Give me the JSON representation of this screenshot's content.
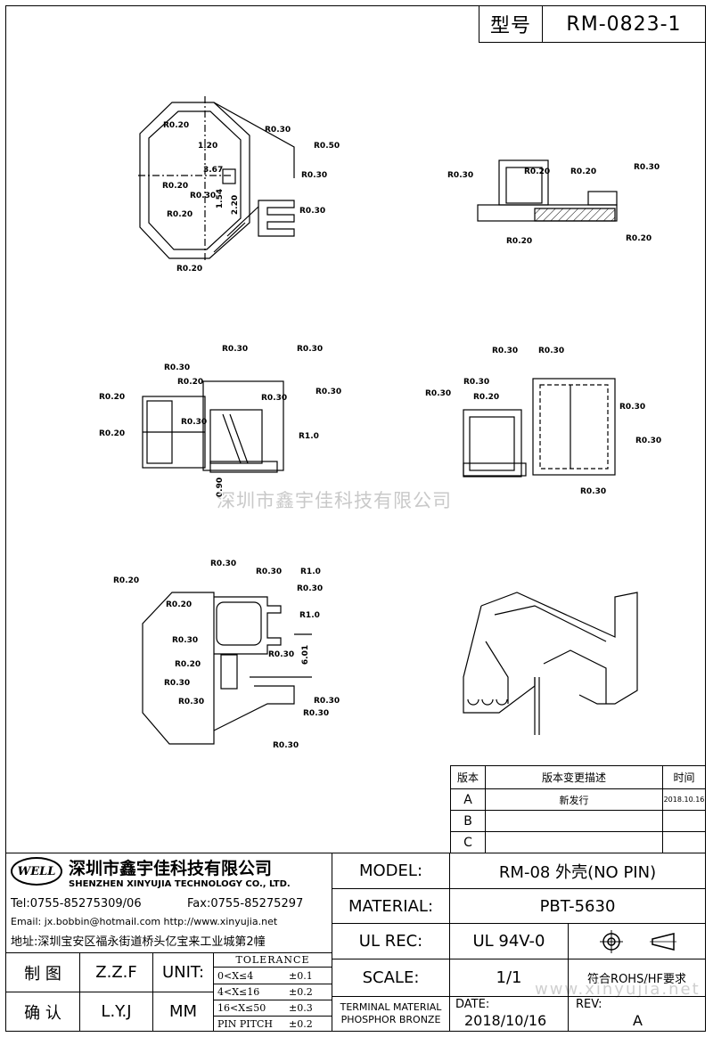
{
  "header": {
    "type_label": "型号",
    "type_value": "RM-0823-1"
  },
  "drawing": {
    "view1_dims": [
      "R0.20",
      "R0.30",
      "R0.50",
      "R0.30",
      "R0.20",
      "R0.30",
      "R0.30",
      "R0.20",
      "R0.20",
      "1.20",
      "3.67",
      "1.54",
      "2.20"
    ],
    "view2_dims": [
      "R0.30",
      "R0.20",
      "R0.20",
      "R0.30",
      "R0.20",
      "R0.20"
    ],
    "view3_dims": [
      "R0.30",
      "R0.30",
      "R0.30",
      "R0.20",
      "R0.20",
      "R0.30",
      "R0.20",
      "R0.30",
      "R1.0",
      "R0.30",
      "0.90"
    ],
    "view4_dims": [
      "R0.30",
      "R0.30",
      "R0.30",
      "R0.20",
      "R0.30",
      "R0.30",
      "R0.30",
      "R0.30"
    ],
    "view5_dims": [
      "R0.30",
      "R0.20",
      "R0.30",
      "R1.0",
      "R0.30",
      "R0.20",
      "R1.0",
      "R0.30",
      "R0.20",
      "R0.30",
      "R0.30",
      "6.01",
      "R0.30",
      "R0.30",
      "R0.30",
      "R0.30"
    ]
  },
  "watermark": "深圳市鑫宇佳科技有限公司",
  "watermark_url": "www.xinyujia.net",
  "revision": {
    "col_version": "版本",
    "col_desc": "版本变更描述",
    "col_time": "时间",
    "rows": [
      {
        "ver": "A",
        "desc": "新发行",
        "time": "2018.10.16"
      },
      {
        "ver": "B",
        "desc": "",
        "time": ""
      },
      {
        "ver": "C",
        "desc": "",
        "time": ""
      }
    ]
  },
  "company": {
    "logo": "WELL",
    "name_cn": "深圳市鑫宇佳科技有限公司",
    "name_en": "SHENZHEN XINYUJIA TECHNOLOGY CO., LTD.",
    "tel": "Tel:0755-85275309/06",
    "fax": "Fax:0755-85275297",
    "email": "Email: jx.bobbin@hotmail.com http://www.xinyujia.net",
    "address": "地址:深圳宝安区福永街道桥头亿宝来工业城第2幢"
  },
  "title_block": {
    "model_label": "MODEL:",
    "model_value": "RM-08 外壳(NO PIN)",
    "material_label": "MATERIAL:",
    "material_value": "PBT-5630",
    "ulrec_label": "UL REC:",
    "ulrec_value": "UL 94V-0",
    "scale_label": "SCALE:",
    "scale_value": "1/1",
    "rohs": "符合ROHS/HF要求",
    "terminal1": "TERMINAL MATERIAL",
    "terminal2": "PHOSPHOR BRONZE",
    "date_label": "DATE:",
    "date_value": "2018/10/16",
    "rev_label": "REV:",
    "rev_value": "A",
    "draw_label": "制 图",
    "draw_value": "Z.Z.F",
    "check_label": "确 认",
    "check_value": "L.Y.J",
    "unit_label": "UNIT:",
    "unit_value": "MM",
    "tolerance_title": "TOLERANCE",
    "tolerances": [
      {
        "range": "0<X≤4",
        "tol": "±0.1"
      },
      {
        "range": "4<X≤16",
        "tol": "±0.2"
      },
      {
        "range": "16<X≤50",
        "tol": "±0.3"
      },
      {
        "range": "PIN PITCH",
        "tol": "±0.2"
      }
    ]
  }
}
